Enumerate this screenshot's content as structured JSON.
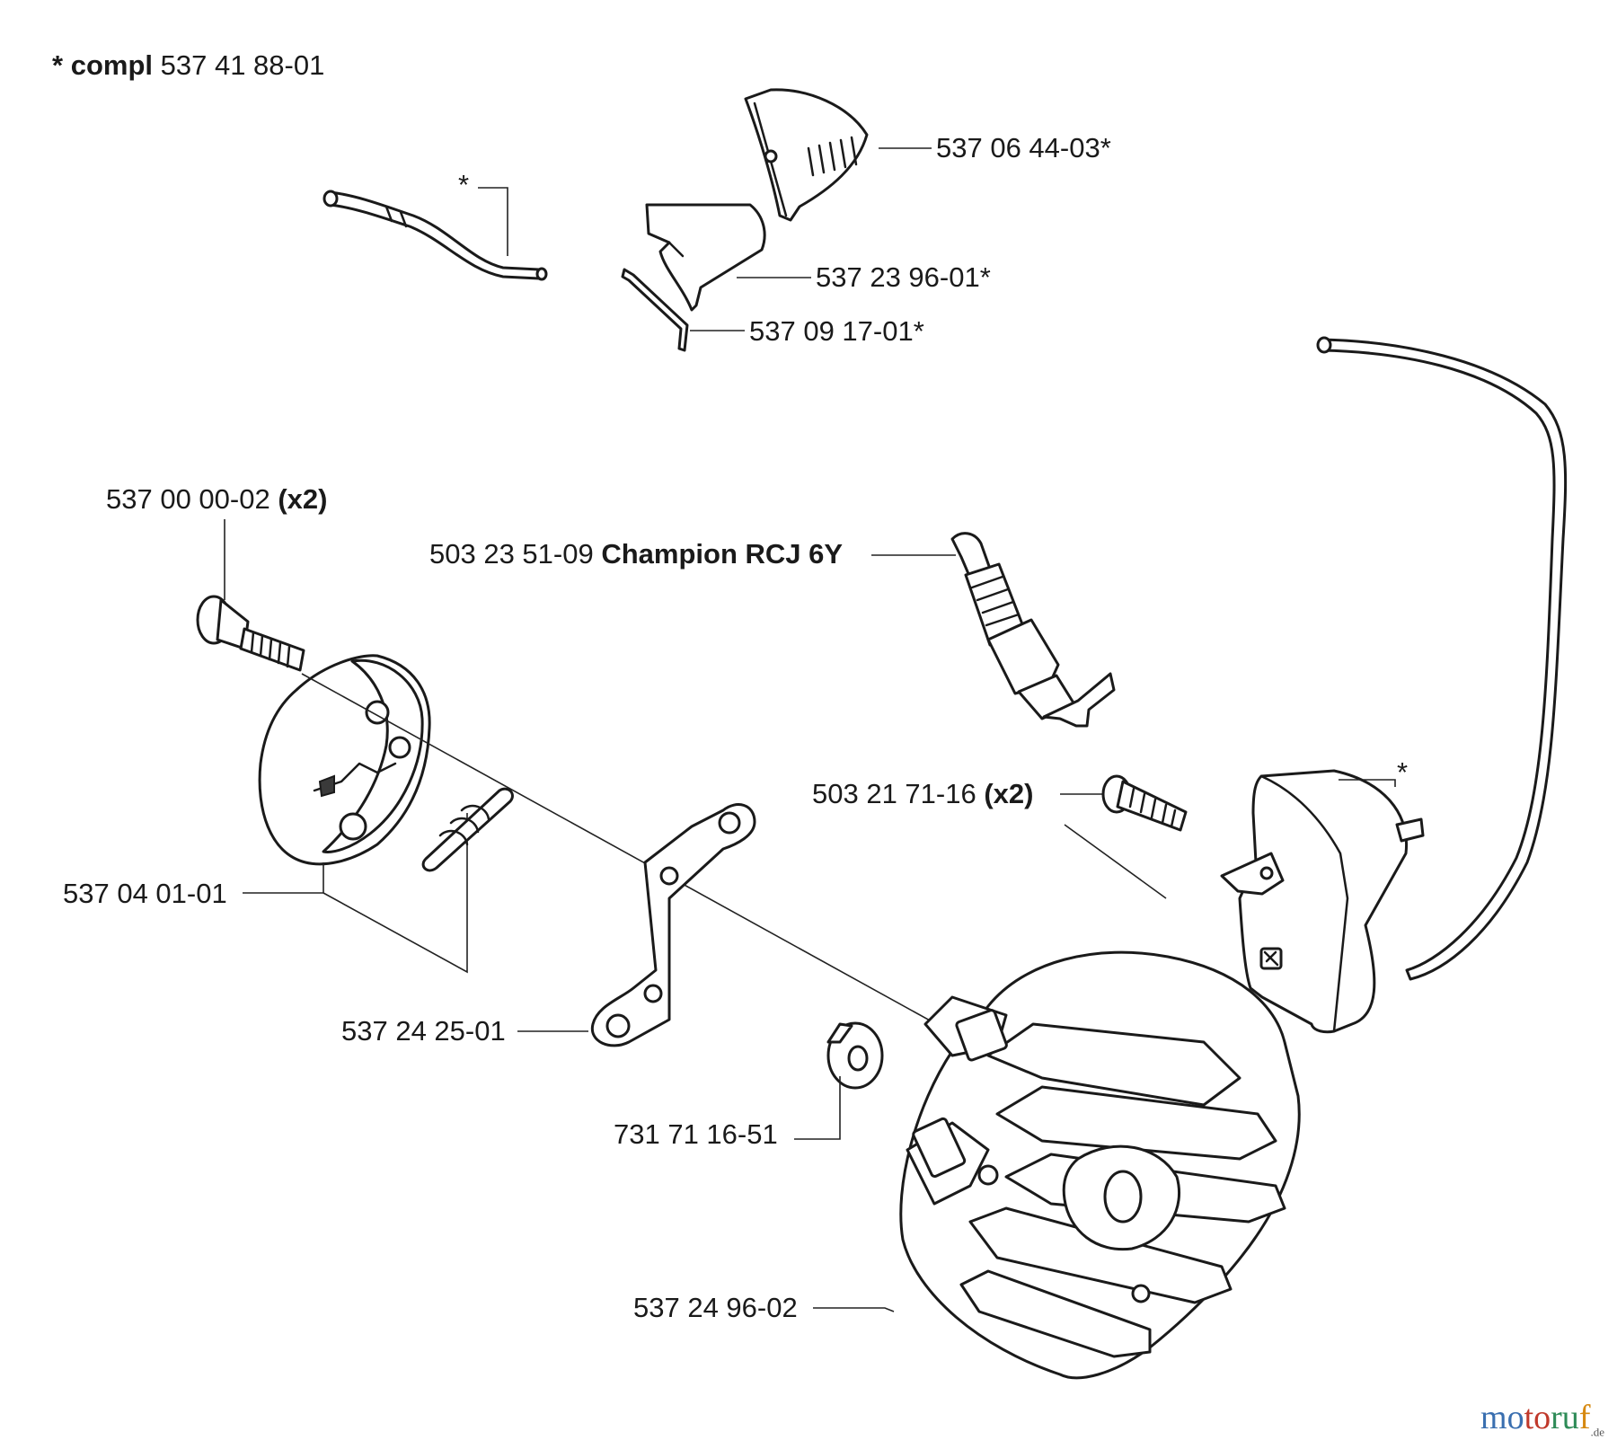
{
  "header": {
    "marker": "*",
    "keyword": "compl",
    "number": "537 41 88-01"
  },
  "labels": {
    "star_hose": "*",
    "p_537_06_44_03": "537 06 44-03*",
    "p_537_23_96_01": "537 23 96-01*",
    "p_537_09_17_01": "537 09 17-01*",
    "p_537_00_00_02": {
      "number": "537 00 00-02",
      "qty": "(x2)"
    },
    "p_503_23_51_09": {
      "number": "503 23 51-09",
      "name": "Champion RCJ 6Y"
    },
    "p_503_21_71_16": {
      "number": "503 21 71-16",
      "qty": "(x2)"
    },
    "star_module": "*",
    "p_537_04_01_01": "537 04 01-01",
    "p_537_24_25_01": "537 24 25-01",
    "p_731_71_16_51": "731 71 16-51",
    "p_537_24_96_02": "537 24 96-02"
  },
  "watermark": {
    "text": "motoruf",
    "suffix": ".de"
  },
  "icons": [
    "fuel-hose-icon",
    "air-filter-cover-icon",
    "filter-plate-icon",
    "choke-rod-icon",
    "ignition-cable-icon",
    "spark-plug-icon",
    "screw-icon",
    "clutch-shoe-icon",
    "spring-icon",
    "clutch-arm-icon",
    "washer-icon",
    "ignition-module-icon",
    "flywheel-icon"
  ]
}
